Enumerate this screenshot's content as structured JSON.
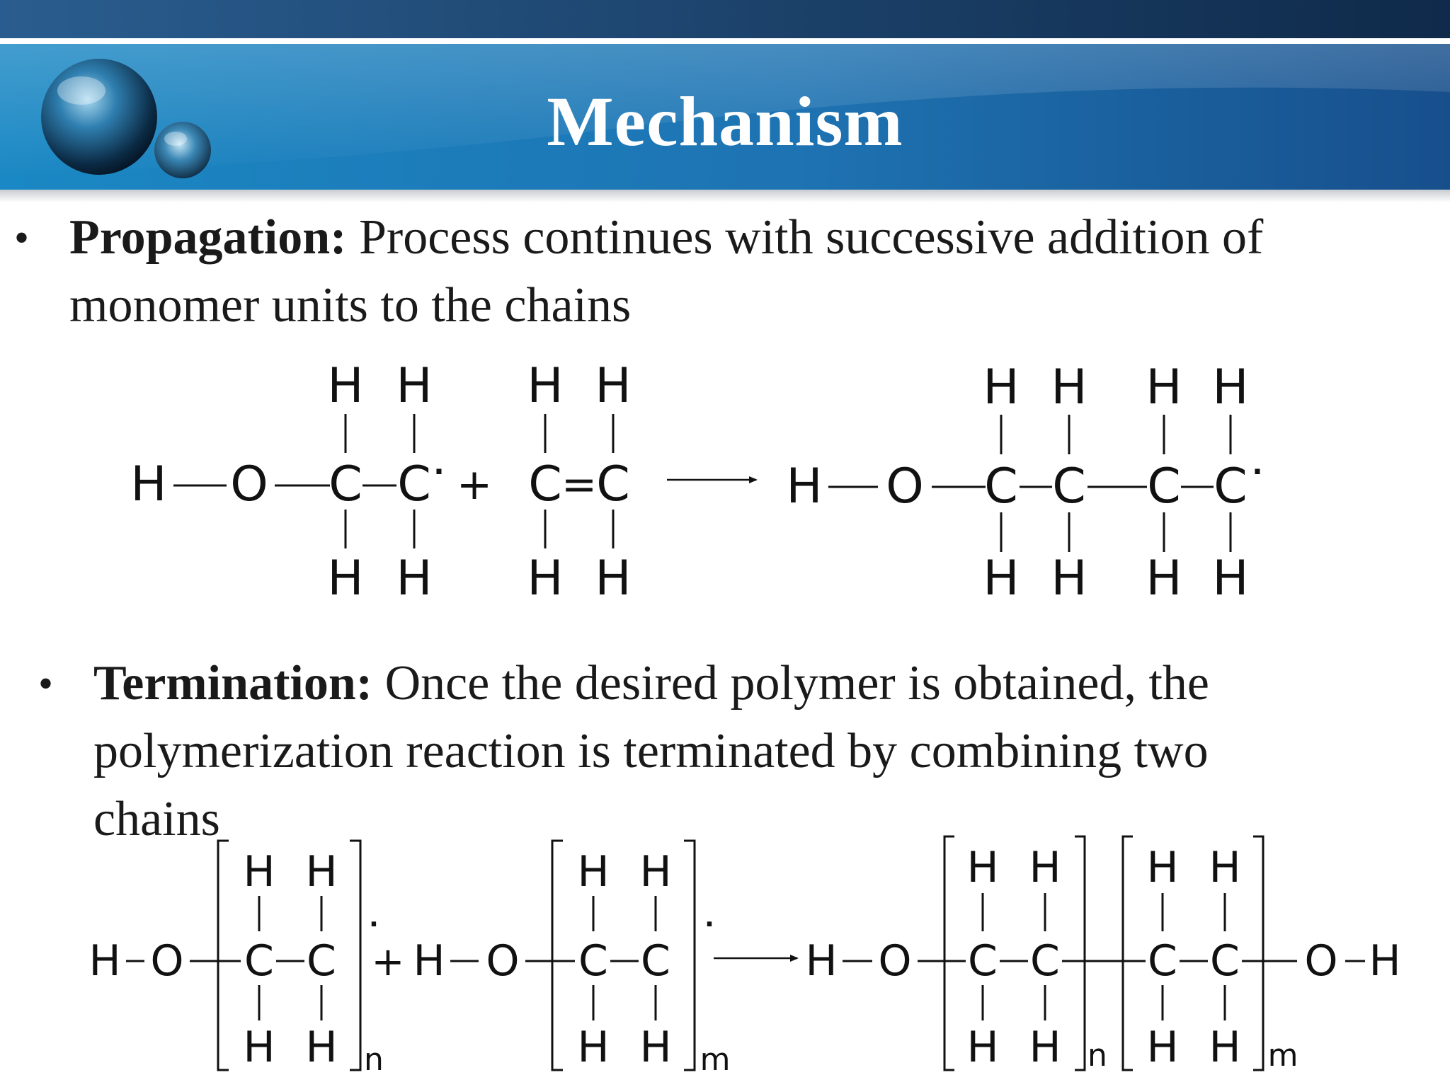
{
  "slide": {
    "title": "Mechanism",
    "bullets": [
      {
        "label": "Propagation:",
        "text_line1": "Process continues with successive addition of",
        "text_line2": "monomer units to the chains"
      },
      {
        "label": "Termination:",
        "text_line1": "Once the desired polymer is obtained, the",
        "text_line2": "polymerization reaction is terminated by combining two",
        "text_line3": "chains"
      }
    ]
  },
  "reactions": {
    "propagation": {
      "reactant1": {
        "left": "H",
        "link": "O",
        "carbons": [
          "C",
          "C"
        ],
        "top": [
          "H",
          "H"
        ],
        "bottom": [
          "H",
          "H"
        ],
        "radical": "·"
      },
      "plus": "+",
      "reactant2": {
        "carbons": [
          "C",
          "C"
        ],
        "bond": "=",
        "top": [
          "H",
          "H"
        ],
        "bottom": [
          "H",
          "H"
        ]
      },
      "product": {
        "left": "H",
        "link": "O",
        "carbons": [
          "C",
          "C",
          "C",
          "C"
        ],
        "top": [
          "H",
          "H",
          "H",
          "H"
        ],
        "bottom": [
          "H",
          "H",
          "H",
          "H"
        ],
        "radical": "·"
      }
    },
    "termination": {
      "reactant1": {
        "left": "H",
        "link": "O",
        "carbons": [
          "C",
          "C"
        ],
        "top": [
          "H",
          "H"
        ],
        "bottom": [
          "H",
          "H"
        ],
        "subscript": "n",
        "radical": "·"
      },
      "plus": "+",
      "reactant2": {
        "left": "H",
        "link": "O",
        "carbons": [
          "C",
          "C"
        ],
        "top": [
          "H",
          "H"
        ],
        "bottom": [
          "H",
          "H"
        ],
        "subscript": "m",
        "radical": "·"
      },
      "product": {
        "left": "H",
        "link": "O",
        "carbons": [
          "C",
          "C",
          "C",
          "C"
        ],
        "top": [
          "H",
          "H",
          "H",
          "H"
        ],
        "bottom": [
          "H",
          "H",
          "H",
          "H"
        ],
        "subscripts": [
          "n",
          "m"
        ],
        "right_link": "O",
        "right": "H"
      }
    }
  }
}
